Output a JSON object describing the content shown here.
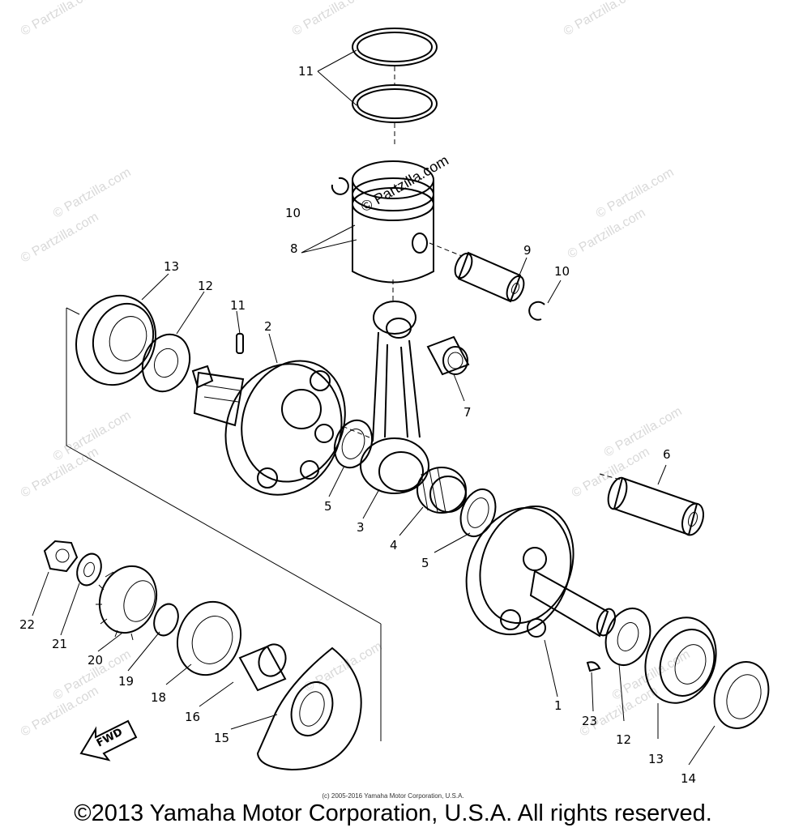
{
  "watermark": "© Partzilla.com",
  "piston_watermark": "© Partzilla.com",
  "small_copyright": "(c) 2005-2016 Yamaha Motor Corporation, U.S.A.",
  "copyright": "©2013 Yamaha Motor Corporation, U.S.A. All rights reserved.",
  "fwd_label": "FWD",
  "callouts": [
    {
      "id": "c11-rings",
      "text": "11"
    },
    {
      "id": "c10-top",
      "text": "10"
    },
    {
      "id": "c8",
      "text": "8"
    },
    {
      "id": "c9",
      "text": "9"
    },
    {
      "id": "c10-right",
      "text": "10"
    },
    {
      "id": "c13-top",
      "text": "13"
    },
    {
      "id": "c12-top",
      "text": "12"
    },
    {
      "id": "c11-pin",
      "text": "11"
    },
    {
      "id": "c2",
      "text": "2"
    },
    {
      "id": "c7",
      "text": "7"
    },
    {
      "id": "c6",
      "text": "6"
    },
    {
      "id": "c5-left",
      "text": "5"
    },
    {
      "id": "c3",
      "text": "3"
    },
    {
      "id": "c4",
      "text": "4"
    },
    {
      "id": "c5-right",
      "text": "5"
    },
    {
      "id": "c22",
      "text": "22"
    },
    {
      "id": "c21",
      "text": "21"
    },
    {
      "id": "c20",
      "text": "20"
    },
    {
      "id": "c19",
      "text": "19"
    },
    {
      "id": "c18",
      "text": "18"
    },
    {
      "id": "c16",
      "text": "16"
    },
    {
      "id": "c15",
      "text": "15"
    },
    {
      "id": "c1",
      "text": "1"
    },
    {
      "id": "c23",
      "text": "23"
    },
    {
      "id": "c12-bottom",
      "text": "12"
    },
    {
      "id": "c13-bottom",
      "text": "13"
    },
    {
      "id": "c14",
      "text": "14"
    }
  ]
}
